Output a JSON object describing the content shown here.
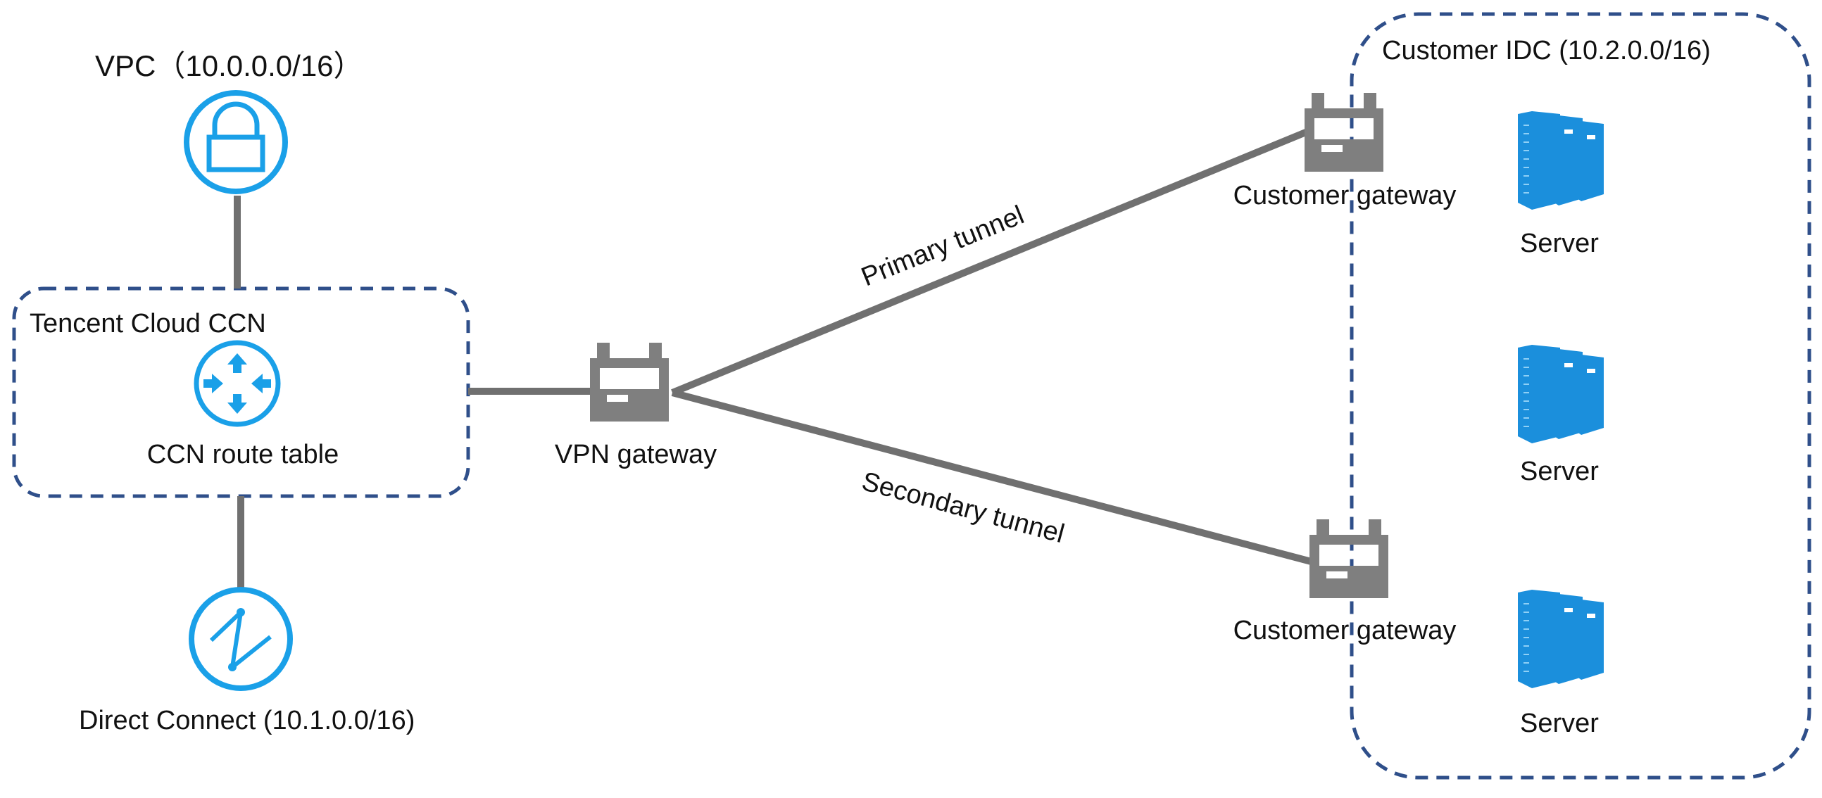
{
  "diagram": {
    "vpc_label": "VPC（10.0.0.0/16）",
    "ccn_group_label": "Tencent Cloud CCN",
    "ccn_route_table_label": "CCN route table",
    "direct_connect_label": "Direct Connect (10.1.0.0/16)",
    "vpn_gateway_label": "VPN gateway",
    "primary_tunnel_label": "Primary tunnel",
    "secondary_tunnel_label": "Secondary tunnel",
    "customer_idc_label": "Customer IDC (10.2.0.0/16)",
    "customer_gateway_top_label": "Customer gateway",
    "customer_gateway_bottom_label": "Customer gateway",
    "servers": [
      {
        "label": "Server"
      },
      {
        "label": "Server"
      },
      {
        "label": "Server"
      }
    ]
  },
  "icons": {
    "vpc": "lock-icon",
    "ccn": "router-icon",
    "direct_connect": "direct-connect-icon",
    "gateway": "gateway-icon",
    "server": "server-icon"
  },
  "colors": {
    "accent_blue": "#1aa0e8",
    "server_blue": "#1b8fdc",
    "gateway_gray": "#7f7f7f",
    "line_gray": "#707070",
    "group_border": "#2f4f8a"
  }
}
